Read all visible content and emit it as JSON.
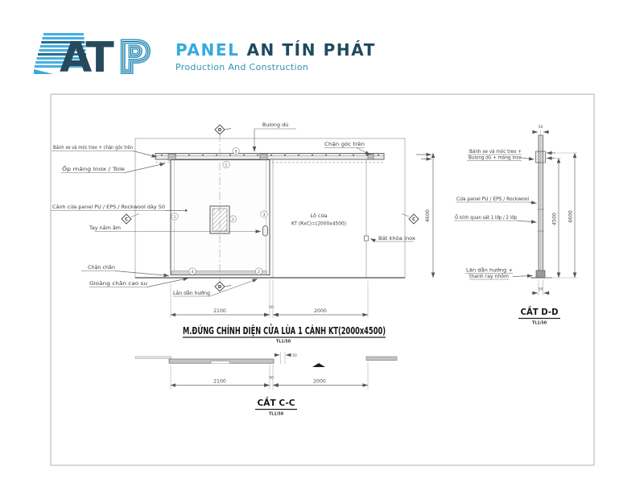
{
  "brand": {
    "logo_at": "AT",
    "logo_p": "P",
    "wordmark_1": "PANEL",
    "wordmark_2": "AN TÍN PHÁT",
    "tagline": "Production And Construction",
    "colors": {
      "light_blue": "#35aade",
      "dark_teal": "#1e4a5e",
      "teal": "#2f93b4"
    }
  },
  "elevation": {
    "title": "M.ĐỨNG CHÍNH DIỆN CỬA LÙA 1 CÁNH KT(2000x4500)",
    "scale": "TL1/50",
    "labels": {
      "wheel_hanger": "Bánh xe và móc treo + chặn góc trên",
      "inox_channel": "Ốp máng Inox / Tole",
      "door_panel": "Cánh cửa panel PU / EPS / Rockwool  dày 50",
      "recessed_handle": "Tay nắm âm",
      "foot_stop": "Chặn chân",
      "rubber_gasket": "Gioăng chân cao su",
      "guide_roller": "Lăn dẫn hướng",
      "anchor_bolt": "Bulong dù",
      "top_corner_stop": "Chặn góc trên",
      "door_opening_line1": "Lỗ cửa",
      "door_opening_line2": "KT (RxC)=(2000x4500)",
      "inox_lock": "Bát khóa inox"
    },
    "dims": {
      "leaf_width": "2100",
      "gap": "50",
      "opening_width": "2000",
      "height": "4600"
    },
    "callouts": [
      "5",
      "1",
      "1",
      "2",
      "3",
      "4",
      "2"
    ],
    "section_markers": {
      "vertical": "D",
      "horizontal": "C"
    }
  },
  "section_dd": {
    "title": "CẮT D-D",
    "scale": "TL1/50",
    "labels": {
      "hanger_line1": "Bánh xe và móc treo +",
      "hanger_line2": "Bulong dù + máng inox",
      "panel": "Cửa panel PU / EPS / Rockwool",
      "vision_glass": "Ô kính quan sát 1 lớp / 2 lớp",
      "roller_line1": "Lăn dẫn hướng +",
      "roller_line2": "thanh ray nhôm"
    },
    "dims": {
      "thickness_top": "50",
      "panel_height": "4500",
      "total_height": "4600",
      "thickness_bottom": "50"
    }
  },
  "section_cc": {
    "title": "CẮT C-C",
    "scale": "TL1/50",
    "dims": {
      "leaf_width": "2100",
      "gap": "50",
      "opening_width": "2000",
      "thickness": "50"
    }
  }
}
